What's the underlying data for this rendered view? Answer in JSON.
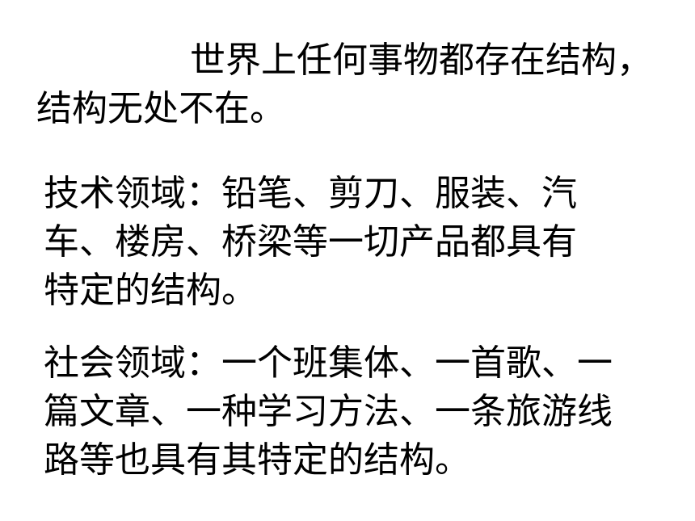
{
  "paragraphs": [
    {
      "lines": [
        "世界上任何事物都存在结构，",
        "结构无处不在。"
      ]
    },
    {
      "lines": [
        "技术领域：铅笔、剪刀、服装、汽",
        "车、楼房、桥梁等一切产品都具有",
        "特定的结构。"
      ]
    },
    {
      "lines": [
        "社会领域：一个班集体、一首歌、一",
        "篇文章、一种学习方法、一条旅游线",
        "路等也具有其特定的结构。"
      ]
    }
  ]
}
